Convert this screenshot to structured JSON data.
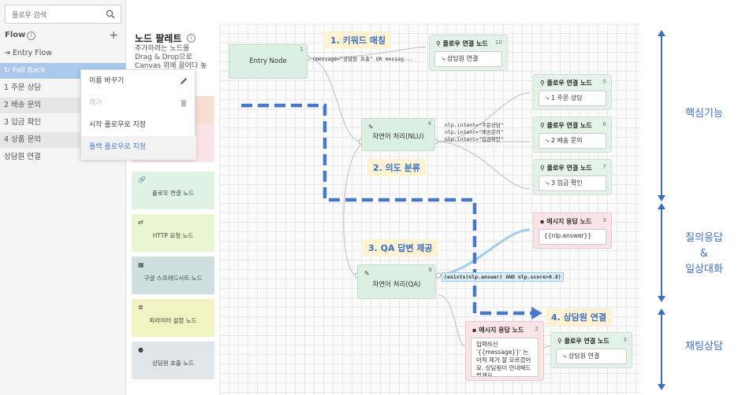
{
  "sidebar": {
    "search_placeholder": "플로우 검색",
    "flow_title": "Flow",
    "flows": [
      "Entry Flow",
      "Fall Back",
      "1 주문 상담",
      "2 배송 문의",
      "3 입금 확인",
      "4 상품 문의",
      "상담원 연결"
    ],
    "selected_flow": "Fall Back",
    "context_menu": {
      "rename": "이름 바꾸기",
      "delete": "제거",
      "set_start": "시작 플로우로 지정",
      "set_fallback": "폴백 플로우로 지정"
    }
  },
  "palette": {
    "title": "노드 팔레트",
    "description": "추가하려는 노드를\nDrag & Drop으로\nCanvas 위에 끌어다 놓",
    "cards": [
      {
        "label": "플로우 연결 노드",
        "color": "#dff2e4"
      },
      {
        "label": "HTTP 요청 노드",
        "color": "#e9f6cf"
      },
      {
        "label": "구글 스프레드시트 노드",
        "color": "#cfdfe0"
      },
      {
        "label": "파라미터 설정 노드",
        "color": "#f1f3c0"
      },
      {
        "label": "상담원 호출 노드",
        "color": "#dfe5e9"
      }
    ],
    "hidden_card_colors": [
      "#f7e0d2",
      "#fbe4e8"
    ]
  },
  "canvas": {
    "entry_node": {
      "title": "Entry Node",
      "num": "1",
      "condition": "(message=\"상담원 호출\" OR messag..."
    },
    "nlu_node": {
      "title": "자연어 처리(NLU)",
      "num": "4",
      "conditions": [
        "nlp.intent=\"주문상담\"",
        "nlp.intent=\"배송문의\"",
        "nlp.intent=\"입금확인\""
      ]
    },
    "qa_node": {
      "title": "자연어 처리(QA)",
      "num": "8",
      "condition": "(exists(nlp.answer) AND nlp.score>0.8)"
    },
    "flow_connect": [
      {
        "header": "플로우 연결 노드",
        "num": "10",
        "target": "상담원 연결"
      },
      {
        "header": "플로우 연결 노드",
        "num": "5",
        "target": "1 주문 상담"
      },
      {
        "header": "플로우 연결 노드",
        "num": "6",
        "target": "2 배송 문의"
      },
      {
        "header": "플로우 연결 노드",
        "num": "7",
        "target": "3 입금 확인"
      },
      {
        "header": "플로우 연결 노드",
        "num": "3",
        "target": "상담원 연결"
      }
    ],
    "msg_answer": {
      "header": "메시지 응답 노드",
      "num": "9",
      "body": "{{nlp.answer}}"
    },
    "msg_fallback": {
      "header": "메시지 응답 노드",
      "num": "2",
      "body": "입력하신 '{{message}}' 는 아직 제가 잘 모르겠어요. 상담원이 안내해드릴게요"
    },
    "callouts": {
      "c1": "1. 키워드 매칭",
      "c2": "2. 의도 분류",
      "c3": "3. QA 답변 제공",
      "c4": "4. 상담원 연결"
    }
  },
  "side_labels": {
    "core": "핵심기능",
    "qa_line1": "질의응답",
    "qa_amp": "&",
    "qa_line2": "일상대화",
    "chat": "채팅상담"
  },
  "colors": {
    "accent": "#3b6fc4",
    "selected": "#a9c8ec",
    "node_green": "#dcefe4",
    "msg_pink": "#fbe4e8"
  }
}
